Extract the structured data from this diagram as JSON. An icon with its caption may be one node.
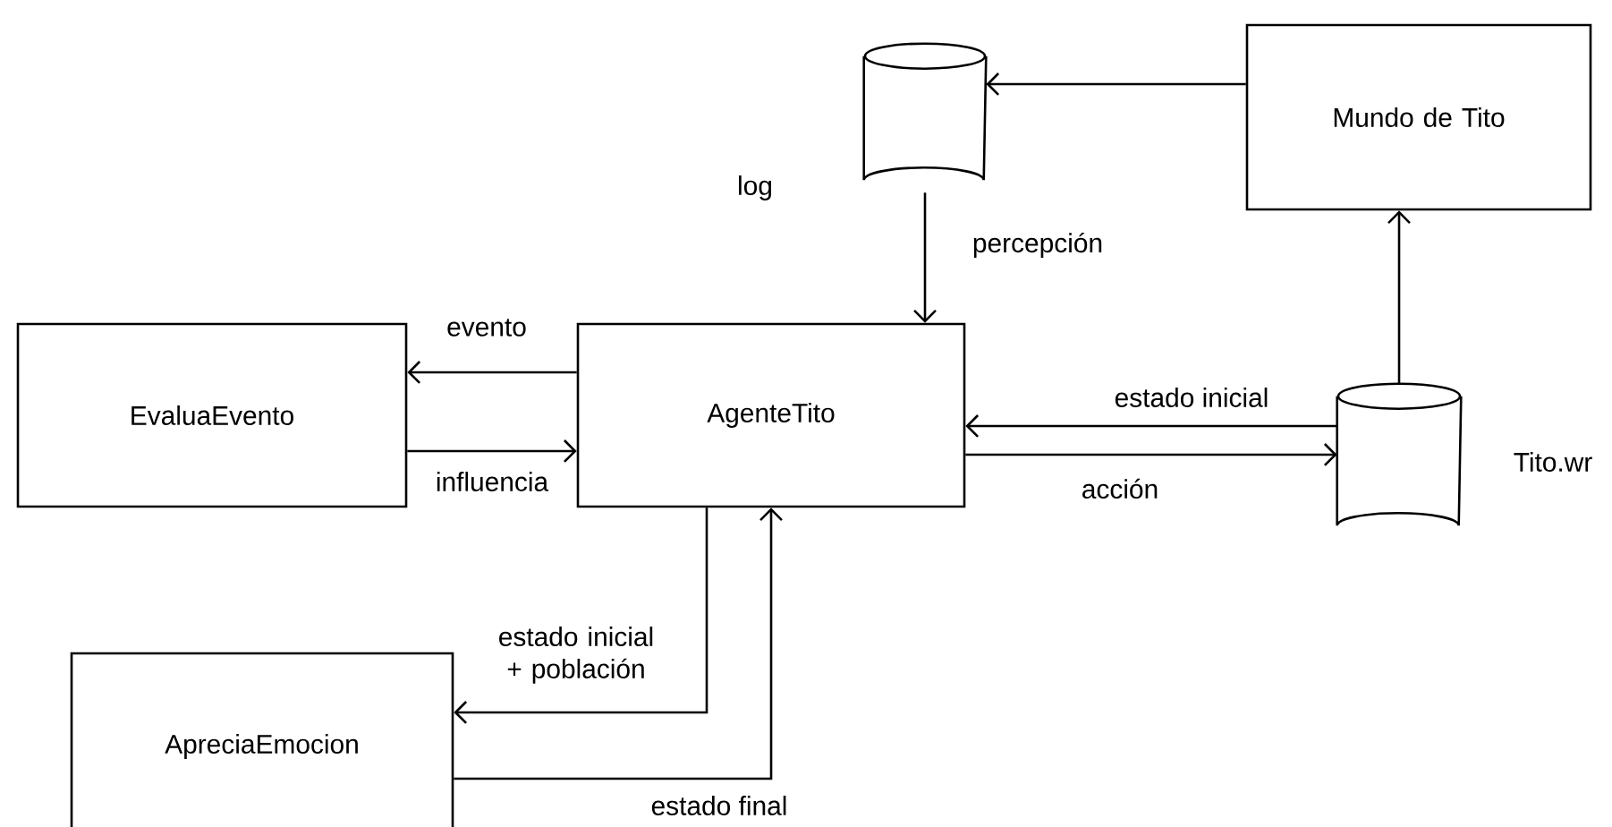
{
  "diagram": {
    "nodes": [
      {
        "text": [
          "log"
        ]
      },
      {
        "text": [
          "Mundo de Tito"
        ]
      },
      {
        "text": [
          "EvaluaEvento"
        ]
      },
      {
        "text": [
          "AgenteTito"
        ]
      },
      {
        "text": [
          "Tito.wr"
        ]
      },
      {
        "text": [
          "ApreciaEmocion"
        ]
      }
    ],
    "edges": [
      {
        "from": 1,
        "to": 0,
        "arrow": "to"
      },
      {
        "from": 0,
        "to": 3,
        "arrow": "to",
        "label": "percepción"
      },
      {
        "from": 3,
        "to": 2,
        "arrow": "to",
        "label": "evento"
      },
      {
        "from": 2,
        "to": 3,
        "arrow": "to",
        "label": "influencia"
      },
      {
        "from": 4,
        "to": 3,
        "arrow": "to",
        "label": "estado inicial"
      },
      {
        "from": 3,
        "to": 4,
        "arrow": "to",
        "label": "acción"
      },
      {
        "from": 4,
        "to": 1,
        "arrow": "to"
      },
      {
        "from": 3,
        "to": 5,
        "arrow": "to",
        "label": "estado inicial + población"
      },
      {
        "from": 5,
        "to": 3,
        "arrow": "to",
        "label": "estado final"
      }
    ]
  }
}
